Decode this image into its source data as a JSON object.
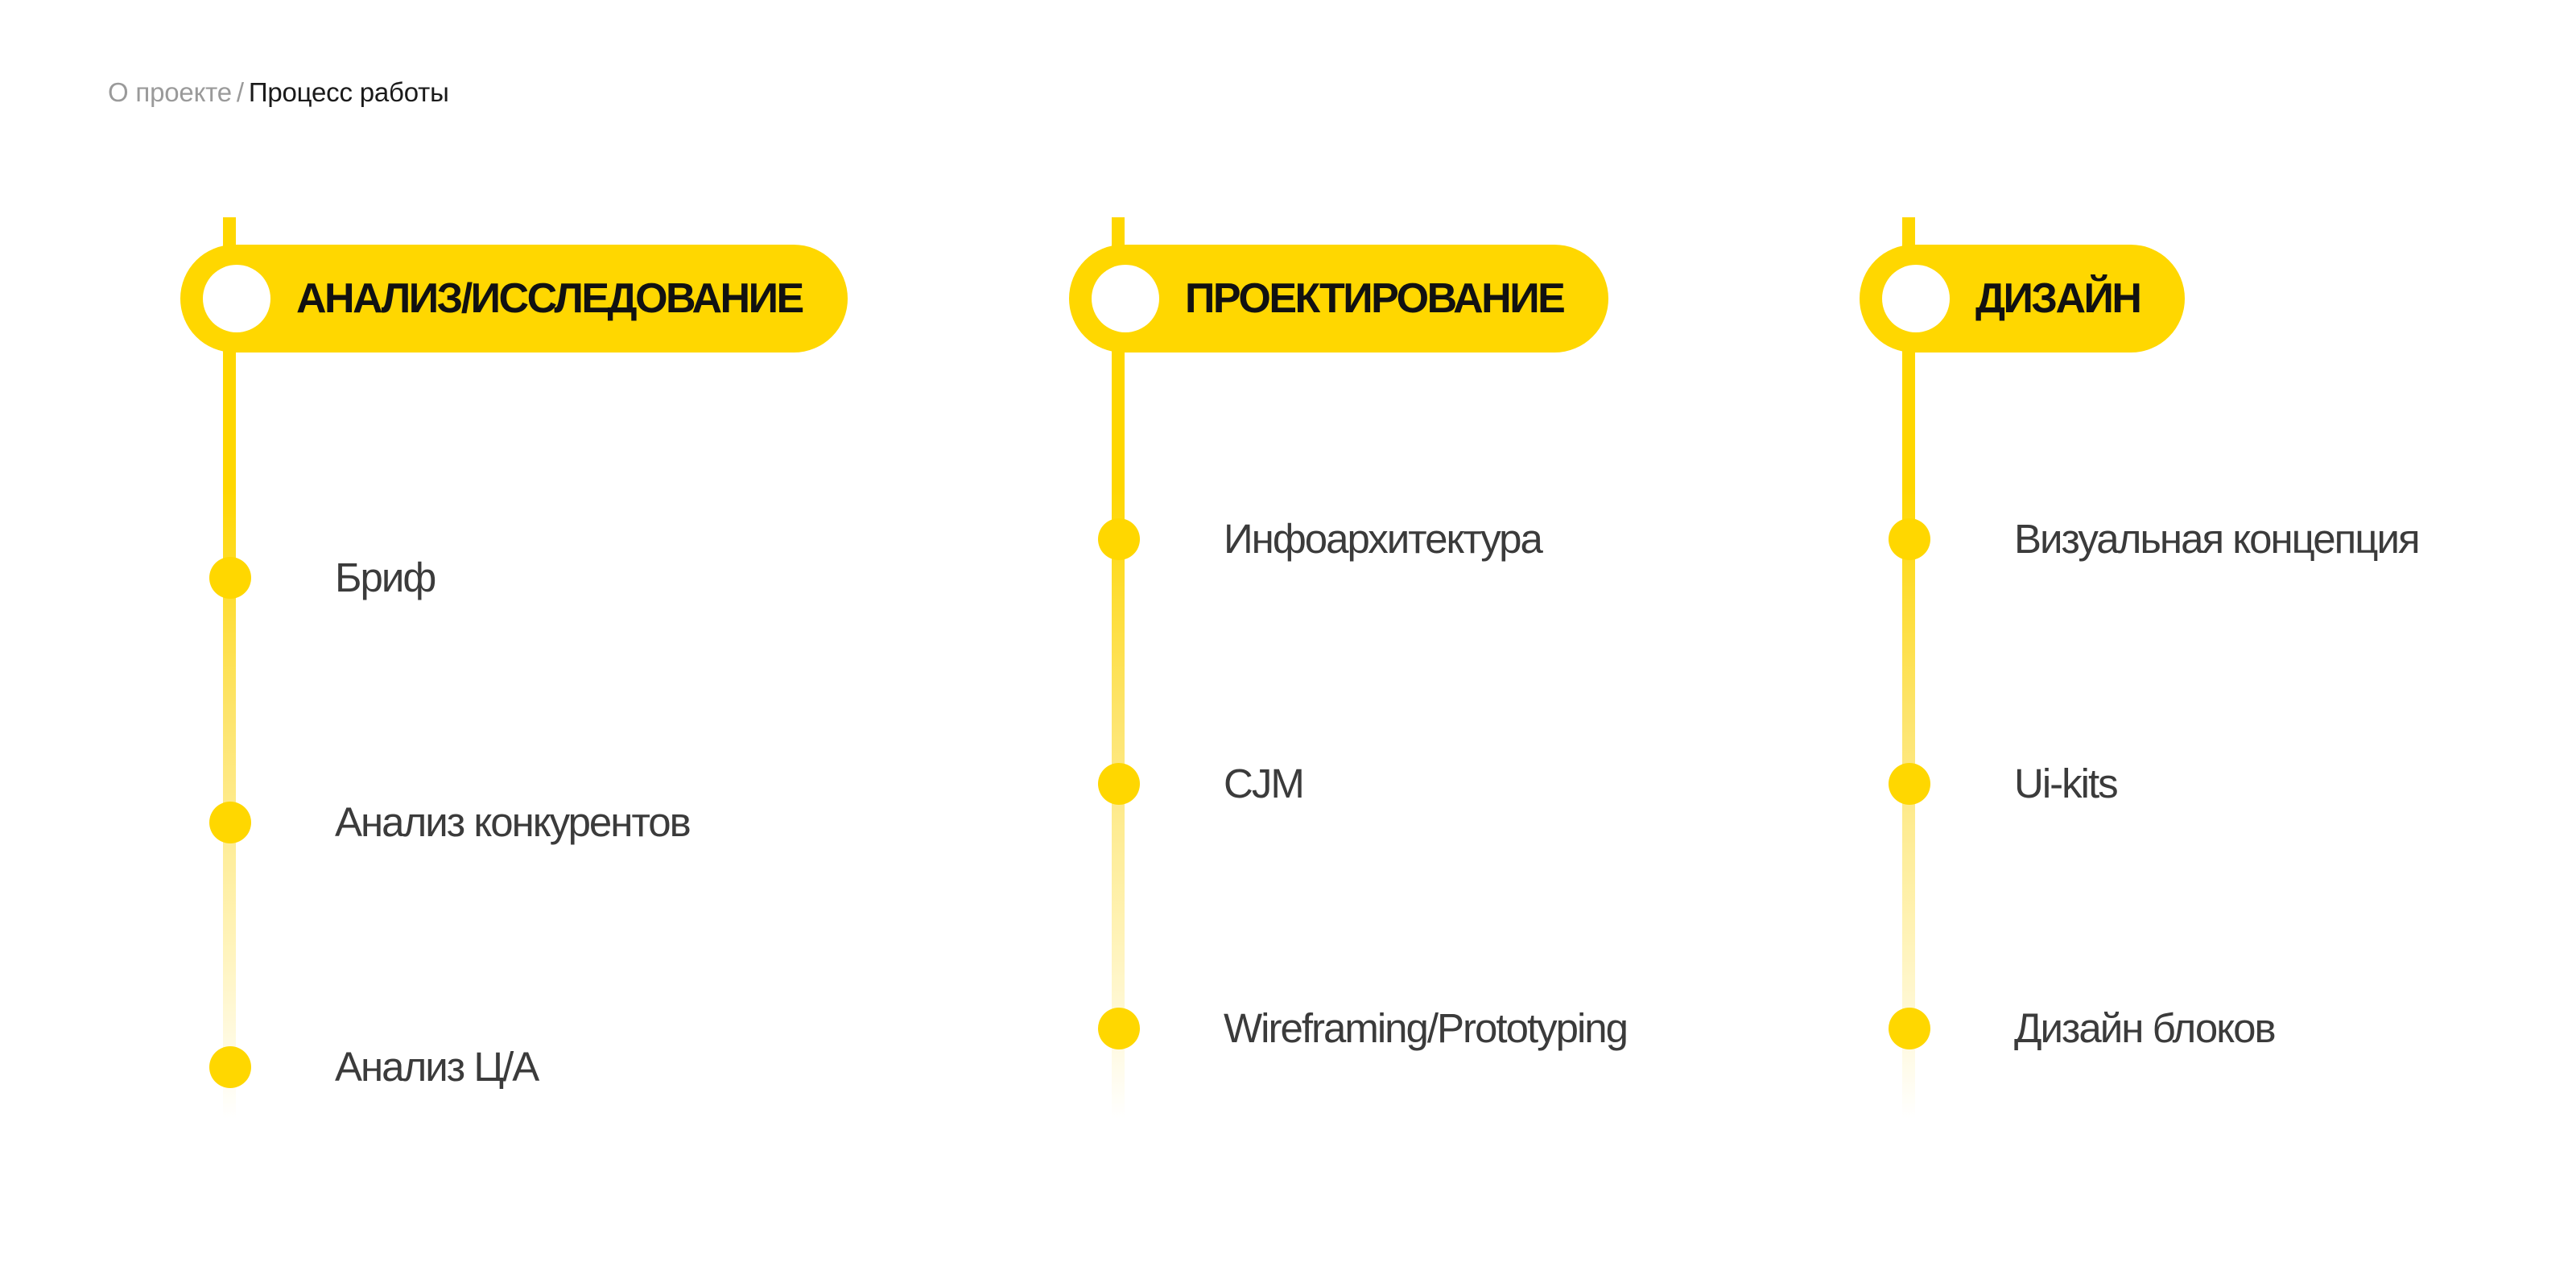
{
  "breadcrumb": {
    "parent": "О проекте",
    "separator": "/",
    "current": "Процесс работы"
  },
  "colors": {
    "accent": "#FFD700",
    "text": "#3B3B3B",
    "muted": "#9A9A9A",
    "background": "#FFFFFF"
  },
  "stages": [
    {
      "title": "АНАЛИЗ/ИССЛЕДОВАНИЕ",
      "steps": [
        "Бриф",
        "Анализ конкурентов",
        "Анализ Ц/А"
      ]
    },
    {
      "title": "ПРОЕКТИРОВАНИЕ",
      "steps": [
        "Инфоархитектура",
        "CJM",
        "Wireframing/Prototyping"
      ]
    },
    {
      "title": "ДИЗАЙН",
      "steps": [
        "Визуальная концепция",
        "Ui-kits",
        "Дизайн блоков"
      ]
    }
  ]
}
